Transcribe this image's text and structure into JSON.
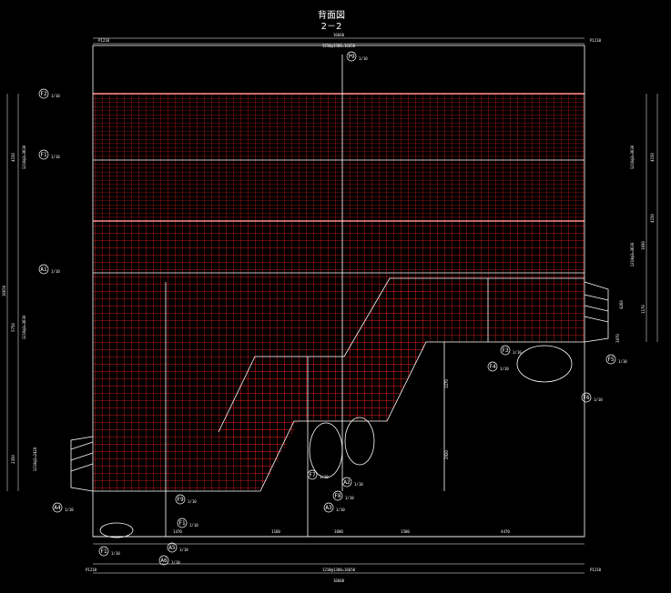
{
  "drawing": {
    "title": "背面図",
    "subtitle": "2－2",
    "colors": {
      "background": "#000000",
      "linework": "#ffffff",
      "hatch": "#ff2020"
    }
  },
  "dimensions": {
    "top_overall": "16660",
    "top_run": "1210@1380=16650",
    "bottom_overall": "16660",
    "bottom_run": "1210@1380=16650",
    "top_left_small": "P1210",
    "top_right_small": "P1210",
    "bottom_left_small": "P1210",
    "bottom_right_small": "P1210",
    "bottom_seg_1": "1470",
    "bottom_seg_2": "1160",
    "bottom_seg_3": "3680",
    "bottom_seg_4": "1500",
    "bottom_seg_5": "4470",
    "left_overall": "16650",
    "left_upper": "4150",
    "left_upper_run": "1210@3=3630",
    "left_middle": "5750",
    "left_middle_run": "1210@3=3630",
    "left_lower": "2350",
    "left_lower_run": "1210@2=2420",
    "right_upper": "4150",
    "right_upper_run": "1210@3=3630",
    "right_mid": "4150",
    "right_mid_2": "1690",
    "right_mid_run": "1210@3=3630",
    "right_lower": "1170",
    "center_1": "1270",
    "center_2": "2920",
    "center_3": "4260",
    "center_4": "3970"
  },
  "grid_labels": [
    {
      "id": "P9",
      "text": "P",
      "sub": "9",
      "scale": "1/10"
    },
    {
      "id": "F2",
      "text": "F",
      "sub": "2",
      "scale": "1/10"
    },
    {
      "id": "F1",
      "text": "F",
      "sub": "1",
      "scale": "1/10"
    },
    {
      "id": "A1",
      "text": "A",
      "sub": "1",
      "scale": "1/10"
    },
    {
      "id": "F3",
      "text": "F",
      "sub": "3",
      "scale": "1/10"
    },
    {
      "id": "F4",
      "text": "F",
      "sub": "4",
      "scale": "1/10"
    },
    {
      "id": "F5",
      "text": "F",
      "sub": "5",
      "scale": "1/10"
    },
    {
      "id": "F6",
      "text": "F",
      "sub": "6",
      "scale": "1/10"
    },
    {
      "id": "F7",
      "text": "F",
      "sub": "7",
      "scale": "1/10"
    },
    {
      "id": "A2",
      "text": "A",
      "sub": "2",
      "scale": "1/10"
    },
    {
      "id": "F8",
      "text": "F",
      "sub": "8",
      "scale": "1/10"
    },
    {
      "id": "A3",
      "text": "A",
      "sub": "3",
      "scale": "1/10"
    },
    {
      "id": "A4",
      "text": "A",
      "sub": "4",
      "scale": "1/10"
    },
    {
      "id": "F9",
      "text": "F",
      "sub": "9",
      "scale": "1/10"
    },
    {
      "id": "F10",
      "text": "F",
      "sub": "1",
      "scale": "1/10"
    },
    {
      "id": "A5",
      "text": "A",
      "sub": "5",
      "scale": "1/10"
    },
    {
      "id": "A6",
      "text": "A",
      "sub": "6",
      "scale": "1/10"
    },
    {
      "id": "F11",
      "text": "F",
      "sub": "1",
      "scale": "1/10"
    }
  ]
}
